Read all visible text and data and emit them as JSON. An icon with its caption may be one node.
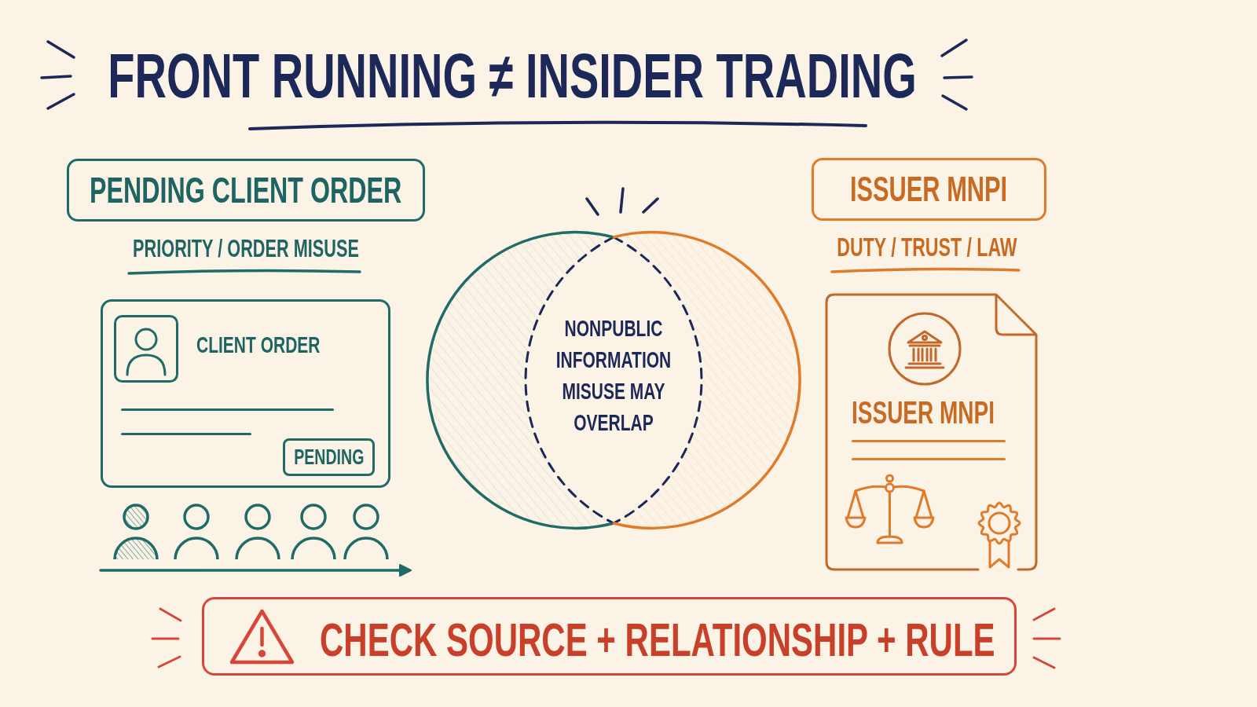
{
  "diagram": {
    "title": "FRONT RUNNING ≠ INSIDER TRADING",
    "nodes": [
      {
        "text": [
          "PENDING CLIENT ORDER"
        ],
        "beside": [
          "PRIORITY / ORDER MISUSE"
        ]
      },
      {
        "text": [
          "CLIENT ORDER"
        ]
      },
      {
        "text": [
          "PENDING"
        ],
        "in": 1
      },
      {
        "text": [],
        "shape": "circle"
      },
      {
        "text": [],
        "shape": "circle"
      },
      {
        "text": [
          "NONPUBLIC INFORMATION MISUSE MAY OVERLAP"
        ]
      },
      {
        "text": [
          "ISSUER MNPI"
        ],
        "beside": [
          "DUTY / TRUST / LAW"
        ]
      },
      {
        "text": [
          "ISSUER MNPI"
        ]
      },
      {
        "text": [
          "CHECK SOURCE + RELATIONSHIP + RULE"
        ]
      }
    ]
  }
}
